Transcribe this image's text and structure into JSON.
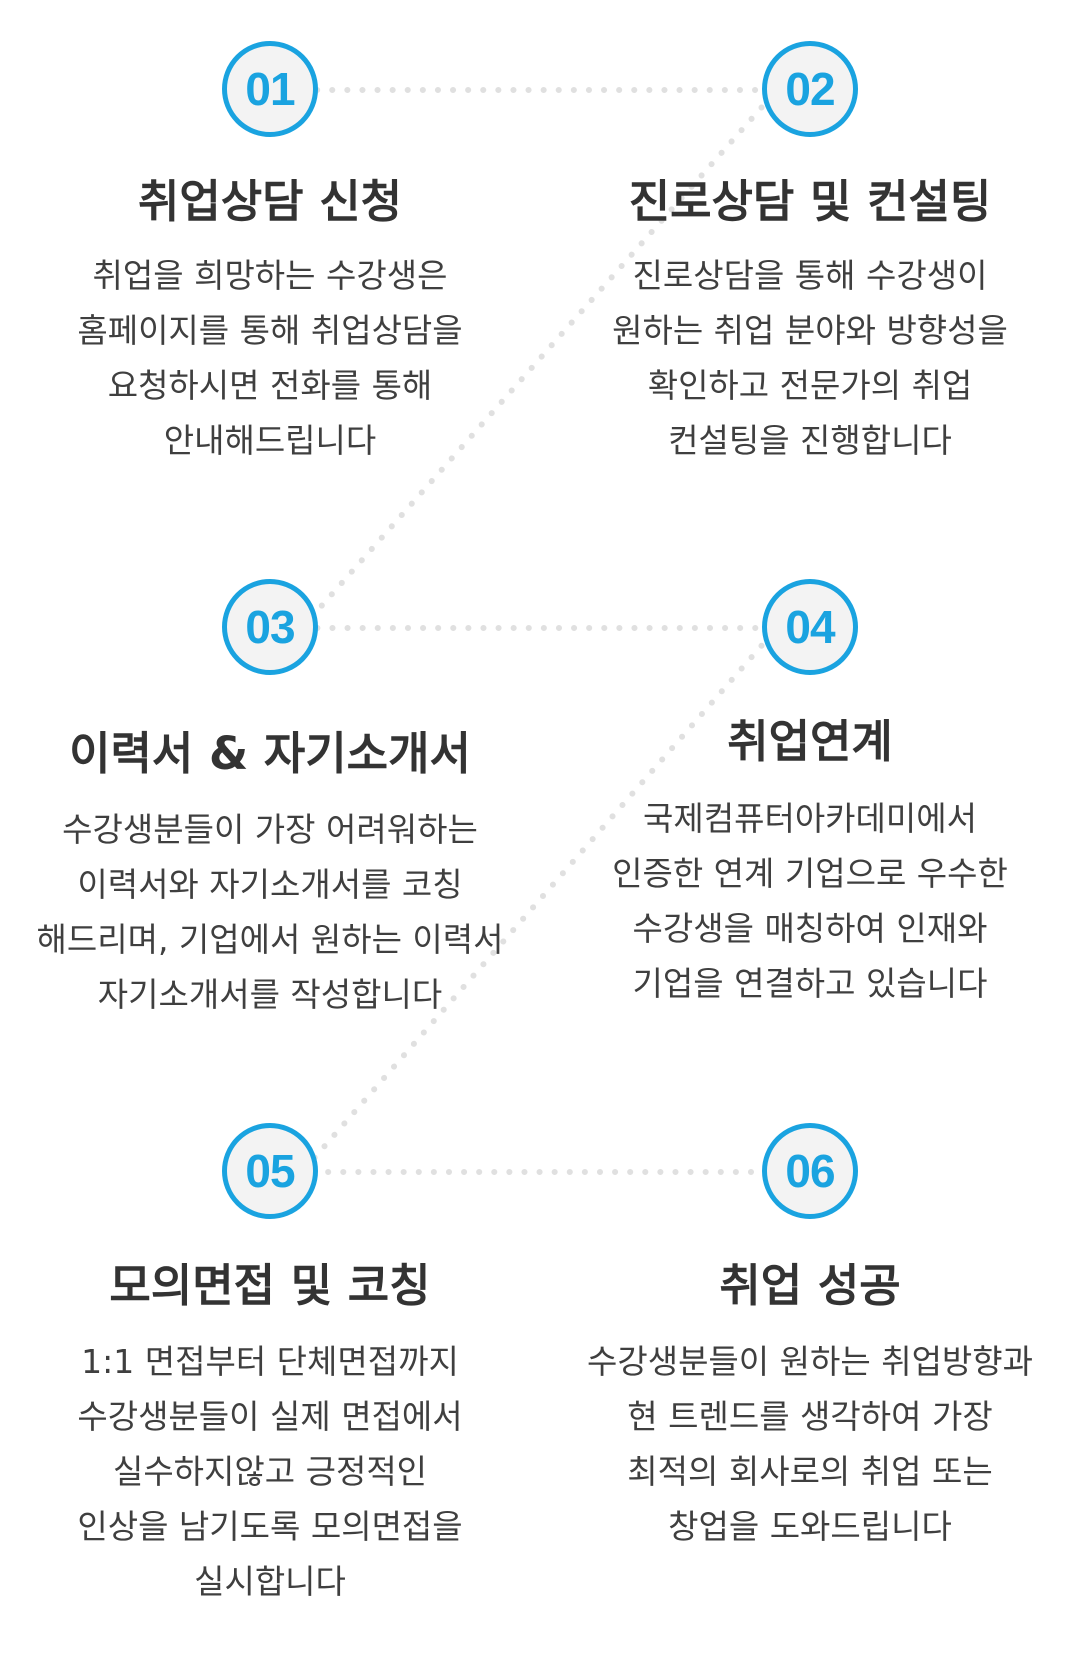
{
  "accent_color": "#1aa3e0",
  "steps": [
    {
      "number": "01",
      "title": "취업상담 신청",
      "lines": [
        "취업을 희망하는 수강생은",
        "홈페이지를 통해  취업상담을",
        "요청하시면 전화를 통해",
        "안내해드립니다"
      ]
    },
    {
      "number": "02",
      "title": "진로상담 및 컨설팅",
      "lines": [
        "진로상담을 통해 수강생이",
        "원하는 취업 분야와 방향성을",
        "확인하고 전문가의 취업",
        "컨설팅을 진행합니다"
      ]
    },
    {
      "number": "03",
      "title": "이력서 & 자기소개서",
      "lines": [
        "수강생분들이 가장 어려워하는",
        "이력서와 자기소개서를 코칭",
        "해드리며, 기업에서 원하는 이력서",
        "자기소개서를 작성합니다"
      ]
    },
    {
      "number": "04",
      "title": "취업연계",
      "lines": [
        "국제컴퓨터아카데미에서",
        "인증한 연계 기업으로 우수한",
        "수강생을 매칭하여 인재와",
        "기업을 연결하고 있습니다"
      ]
    },
    {
      "number": "05",
      "title": "모의면접 및 코칭",
      "lines": [
        "1:1 면접부터 단체면접까지",
        "수강생분들이 실제 면접에서",
        "실수하지않고 긍정적인",
        "인상을 남기도록 모의면접을",
        "실시합니다"
      ]
    },
    {
      "number": "06",
      "title": "취업 성공",
      "lines": [
        "수강생분들이 원하는 취업방향과",
        "현 트렌드를 생각하여 가장",
        "최적의 회사로의 취업 또는",
        "창업을 도와드립니다"
      ]
    }
  ]
}
